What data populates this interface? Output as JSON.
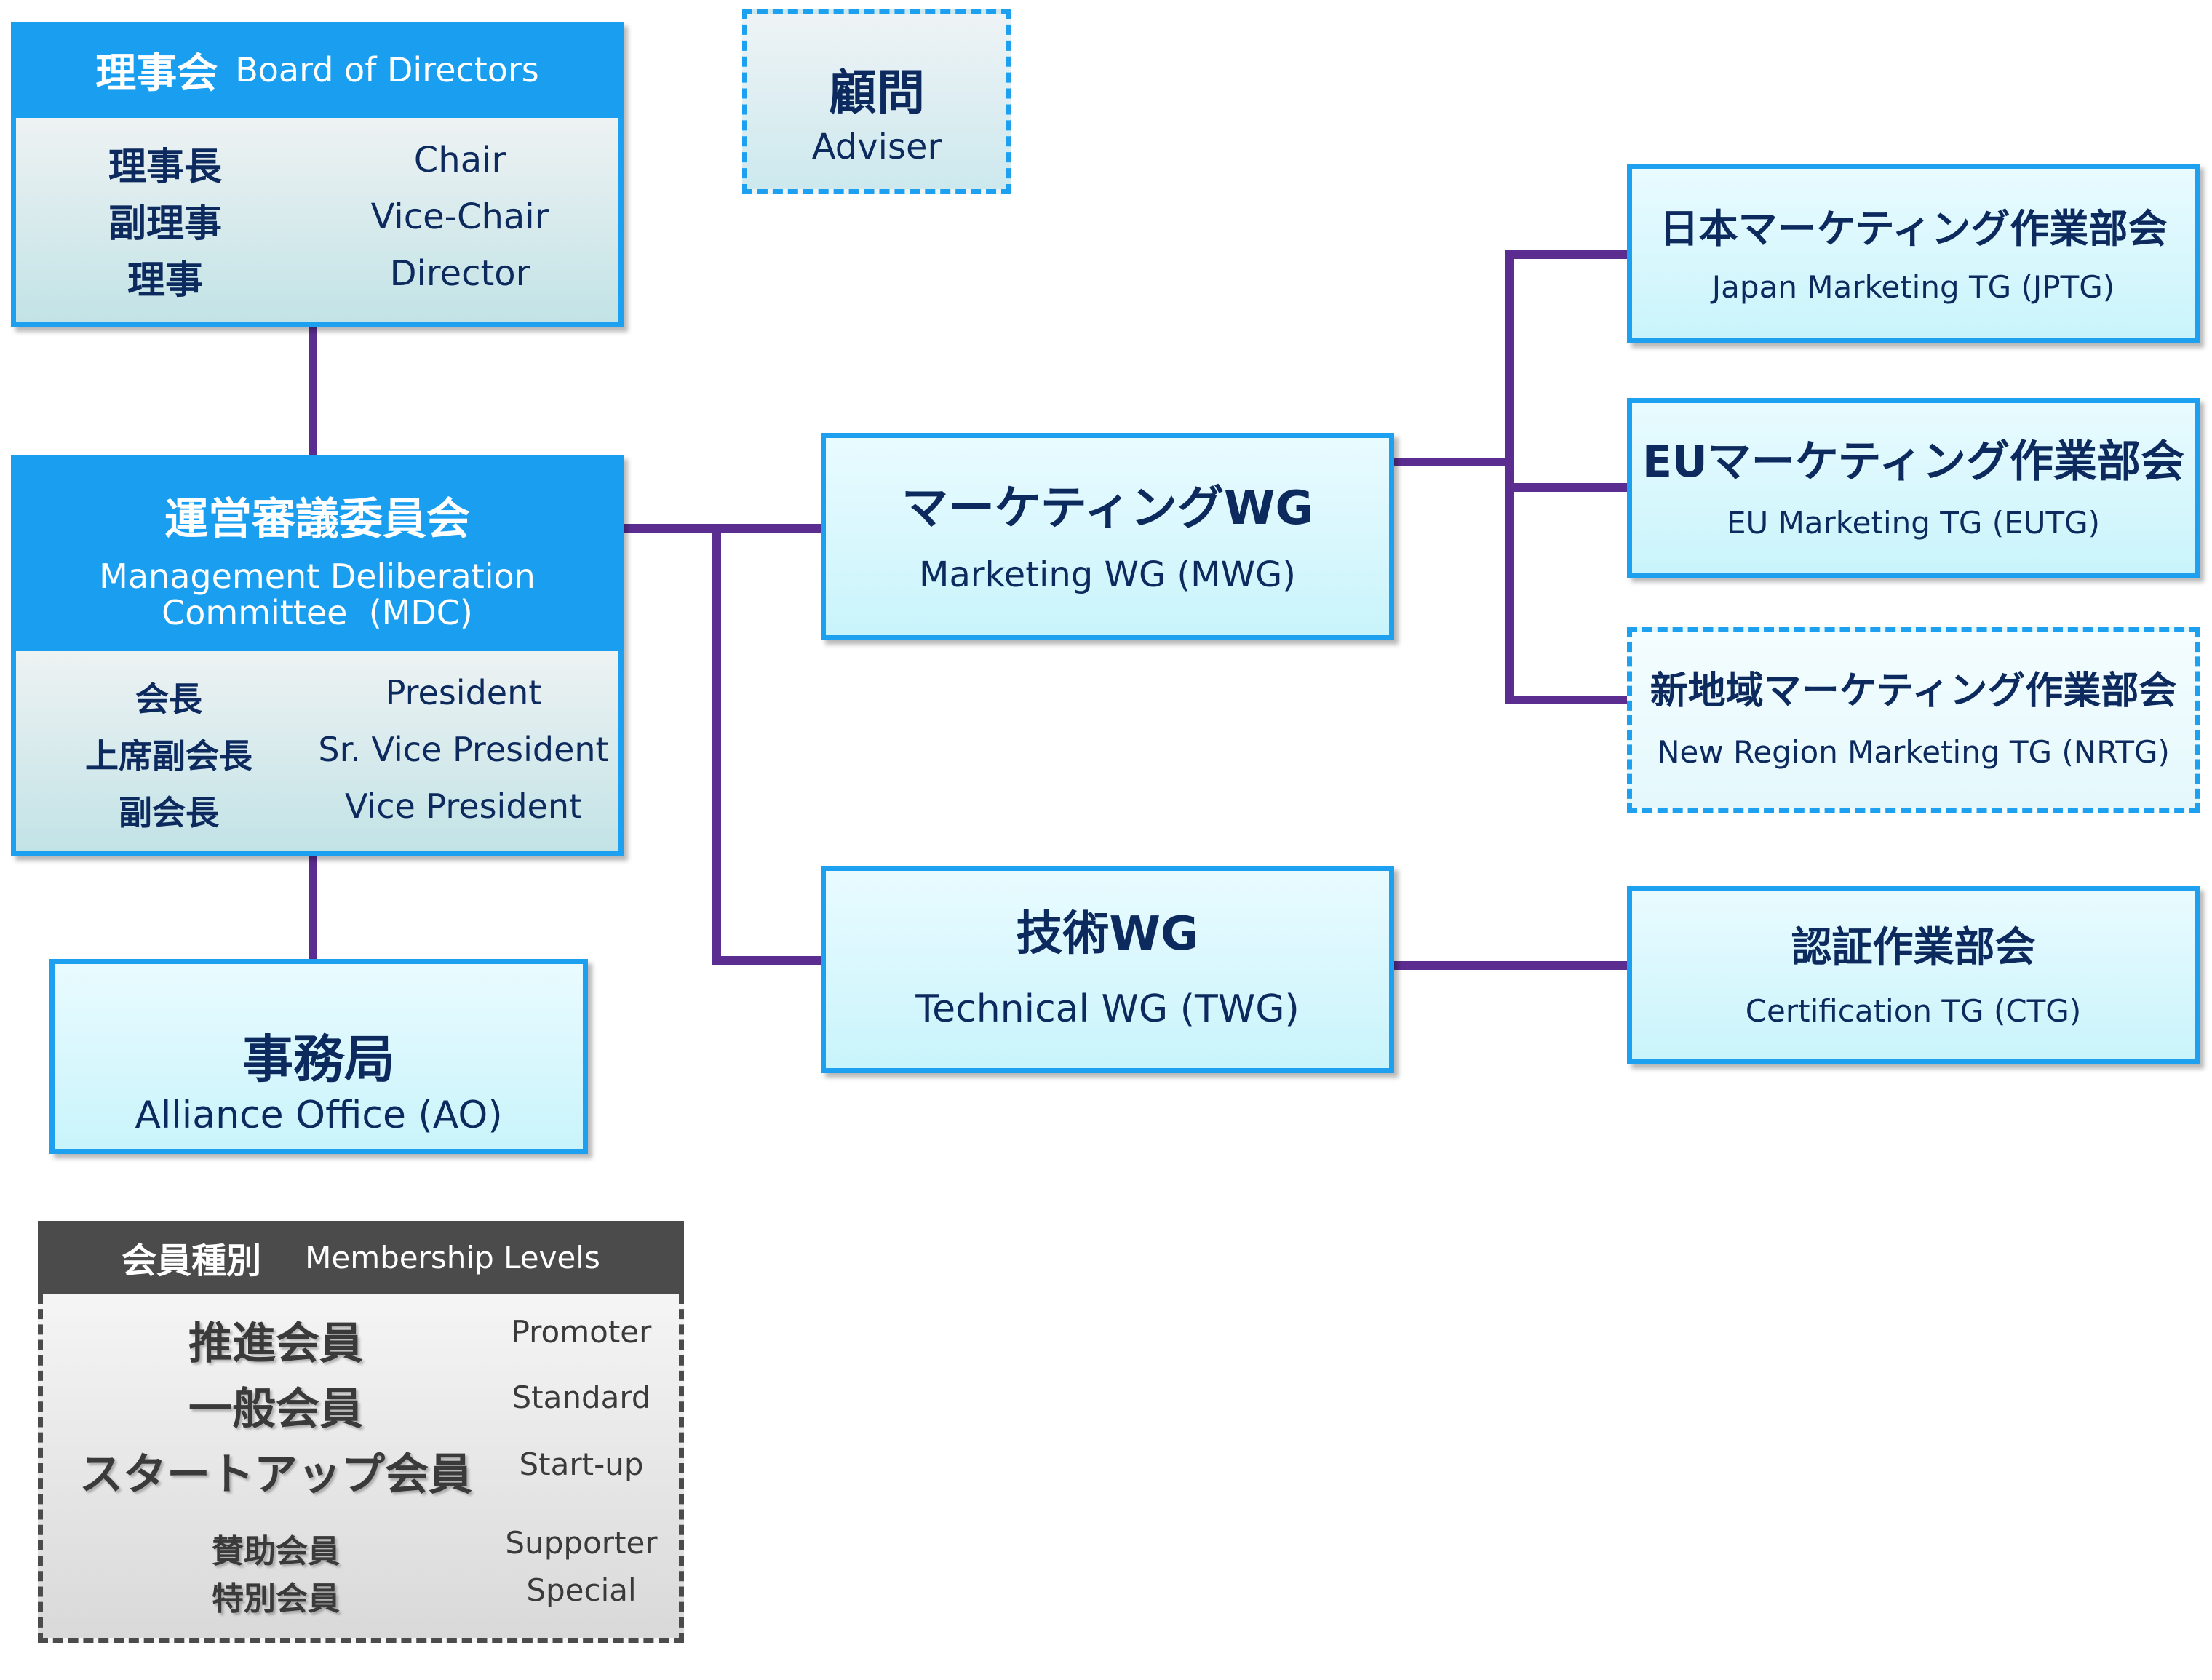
{
  "board": {
    "title_jp": "理事会",
    "title_en": "Board of Directors",
    "roles": [
      {
        "jp": "理事長",
        "en": "Chair"
      },
      {
        "jp": "副理事",
        "en": "Vice-Chair"
      },
      {
        "jp": "理事",
        "en": "Director"
      }
    ]
  },
  "adviser": {
    "jp": "顧問",
    "en": "Adviser"
  },
  "mdc": {
    "title_jp": "運営審議委員会",
    "title_en_1": "Management Deliberation",
    "title_en_2": "Committee  (MDC)",
    "roles": [
      {
        "jp": "会長",
        "en": "President"
      },
      {
        "jp": "上席副会長",
        "en": "Sr. Vice President"
      },
      {
        "jp": "副会長",
        "en": "Vice President"
      }
    ]
  },
  "office": {
    "jp": "事務局",
    "en": "Alliance Office (AO)"
  },
  "marketing_wg": {
    "jp": "マーケティングWG",
    "en": "Marketing WG (MWG)"
  },
  "technical_wg": {
    "jp": "技術WG",
    "en": "Technical WG (TWG)"
  },
  "jptg": {
    "jp": "日本マーケティング作業部会",
    "en": "Japan Marketing TG (JPTG)"
  },
  "eutg": {
    "jp": "EUマーケティング作業部会",
    "en": "EU Marketing TG (EUTG)"
  },
  "nrtg": {
    "jp": "新地域マーケティング作業部会",
    "en": "New Region Marketing TG (NRTG)"
  },
  "ctg": {
    "jp": "認証作業部会",
    "en": "Certification TG (CTG)"
  },
  "membership": {
    "title_jp": "会員種別",
    "title_en": "Membership Levels",
    "levels": [
      {
        "jp": "推進会員",
        "en": "Promoter"
      },
      {
        "jp": "一般会員",
        "en": "Standard"
      },
      {
        "jp": "スタートアップ会員",
        "en": "Start-up"
      },
      {
        "jp": "賛助会員",
        "en": "Supporter"
      },
      {
        "jp": "特別会員",
        "en": "Special"
      }
    ]
  },
  "colors": {
    "box_border": "#1ea0f0",
    "header_fill": "#1a9ff0",
    "connector": "#5c2d91",
    "text_navy": "#0d2a5e",
    "membership_gray": "#4b4b4b"
  }
}
